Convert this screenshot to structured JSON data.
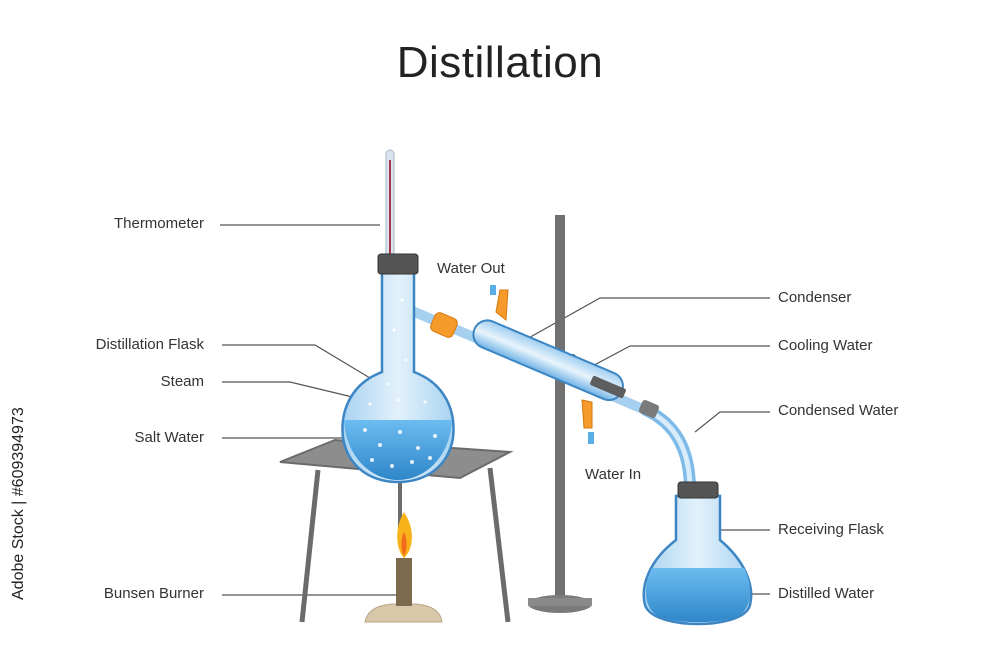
{
  "title": "Distillation",
  "labels": {
    "thermometer": "Thermometer",
    "distillation_flask": "Distillation Flask",
    "steam": "Steam",
    "salt_water": "Salt Water",
    "bunsen_burner": "Bunsen Burner",
    "water_out": "Water Out",
    "water_in": "Water In",
    "condenser": "Condenser",
    "cooling_water": "Cooling Water",
    "condensed_water": "Condensed Water",
    "receiving_flask": "Receiving Flask",
    "distilled_water": "Distilled Water"
  },
  "watermark": "Adobe Stock | #609394973",
  "colors": {
    "glass": "#cfe6f7",
    "water": "#5aaee6",
    "water_dark": "#2f86c9",
    "rubber": "#f59a2b",
    "stand": "#666666",
    "flame": "#f7b21a"
  }
}
